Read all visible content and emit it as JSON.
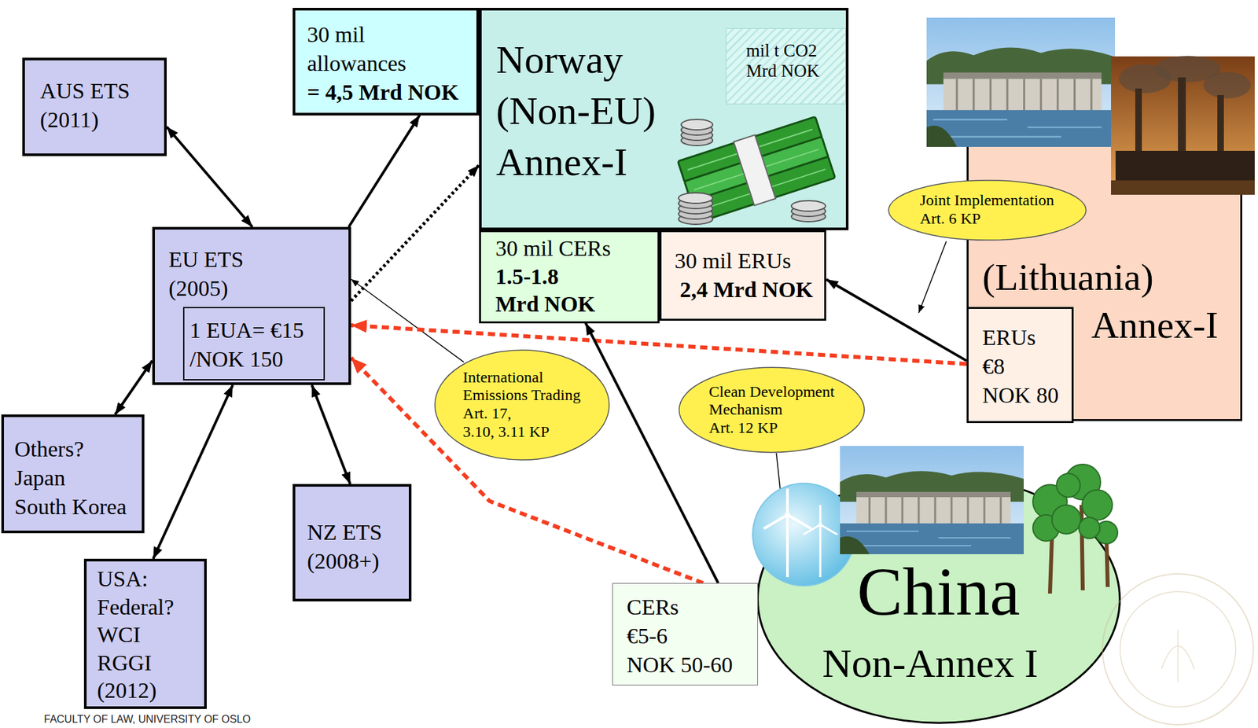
{
  "diagram": {
    "nodes": [
      {
        "text": [
          "AUS ETS (2011)"
        ]
      },
      {
        "text": [
          "30 mil allowances",
          "= 4,5 Mrd NOK"
        ]
      },
      {
        "text": [
          "Norway (Non-EU) Annex-I"
        ]
      },
      {
        "text": [
          "mil t CO2 Mrd NOK"
        ],
        "in": 2
      },
      {
        "text": [
          "(Lithuania)",
          "Annex-I"
        ]
      },
      {
        "text": [
          "ERUs €8 NOK 80"
        ],
        "in": 4
      },
      {
        "text": [
          "Joint Implementation",
          "Art. 6 KP"
        ]
      },
      {
        "text": [
          "EU ETS (2005)"
        ]
      },
      {
        "text": [
          "1 EUA= €15 /NOK 150"
        ],
        "in": 7
      },
      {
        "text": [
          "30 mil CERs",
          "1.5-1.8 Mrd NOK"
        ]
      },
      {
        "text": [
          "30 mil ERUs",
          "2,4 Mrd NOK"
        ]
      },
      {
        "text": [
          "International Emissions Trading",
          "Art. 17, 3.10, 3.11 KP"
        ]
      },
      {
        "text": [
          "Clean Development Mechanism",
          "Art. 12 KP"
        ]
      },
      {
        "text": [
          "Others? Japan South Korea"
        ]
      },
      {
        "text": [
          "NZ ETS (2008+)"
        ]
      },
      {
        "text": [
          "USA: Federal? WCI RGGI (2012)"
        ]
      },
      {
        "text": [
          "China",
          "Non-Annex I"
        ]
      },
      {
        "text": [
          "CERs €5-6 NOK 50-60"
        ]
      }
    ],
    "edges": [
      {
        "from": 0,
        "to": 7,
        "arrow": "both"
      },
      {
        "from": 7,
        "to": 1,
        "arrow": "to"
      },
      {
        "from": 13,
        "to": 7,
        "arrow": "both"
      },
      {
        "from": 15,
        "to": 7,
        "arrow": "both"
      },
      {
        "from": 14,
        "to": 7,
        "arrow": "both"
      },
      {
        "from": 7,
        "to": 2,
        "arrow": "to"
      },
      {
        "from": 11,
        "to": 7,
        "arrow": "to"
      },
      {
        "from": 5,
        "to": 7,
        "arrow": "to"
      },
      {
        "from": 17,
        "to": 7,
        "arrow": "to"
      },
      {
        "from": 17,
        "to": 9,
        "arrow": "to"
      },
      {
        "from": 5,
        "to": 10,
        "arrow": "to"
      },
      {
        "from": 12,
        "to": 16,
        "arrow": "none"
      }
    ],
    "labels": [
      "FACULTY OF LAW, UNIVERSITY OF OSLO"
    ]
  }
}
